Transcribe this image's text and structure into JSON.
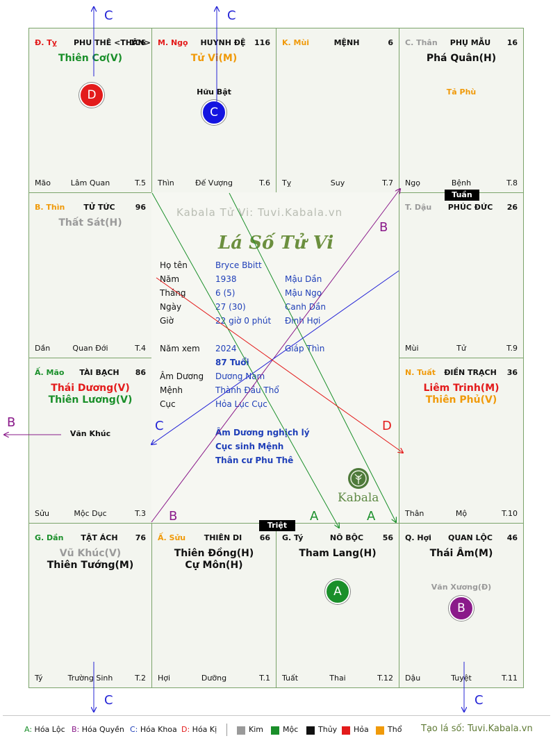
{
  "colors": {
    "red": "#e31b1b",
    "green": "#1a8f2a",
    "gold": "#f09a0a",
    "gray": "#9a9a9a",
    "black": "#111111",
    "blue": "#1f3fb8",
    "purple": "#8a1a8a",
    "arrowBlue": "#2424d6",
    "grid": "#7aa36a"
  },
  "cells": [
    {
      "id": "ty",
      "canchi": "Đ. Tỵ",
      "canColor": "#e31b1b",
      "palace": "PHU THÊ <THÂN>",
      "num": "106",
      "stars": [
        {
          "t": "Thiên Cơ(V)",
          "c": "#1a8f2a"
        }
      ],
      "minor": [],
      "foot": {
        "l": "Mão",
        "c": "Lâm Quan",
        "r": "T.5"
      }
    },
    {
      "id": "ngo",
      "canchi": "M. Ngọ",
      "canColor": "#e31b1b",
      "palace": "HUYNH ĐỆ",
      "num": "116",
      "stars": [
        {
          "t": "Tử Vi(M)",
          "c": "#f09a0a"
        }
      ],
      "minor": [
        {
          "t": "Hữu Bật",
          "c": "#111111"
        }
      ],
      "foot": {
        "l": "Thìn",
        "c": "Đế Vượng",
        "r": "T.6"
      }
    },
    {
      "id": "mui",
      "canchi": "K. Mùi",
      "canColor": "#f09a0a",
      "palace": "MỆNH",
      "num": "6",
      "stars": [],
      "minor": [],
      "foot": {
        "l": "Tỵ",
        "c": "Suy",
        "r": "T.7"
      }
    },
    {
      "id": "than",
      "canchi": "C. Thân",
      "canColor": "#9a9a9a",
      "palace": "PHỤ MẪU",
      "num": "16",
      "stars": [
        {
          "t": "Phá Quân(H)",
          "c": "#111111"
        }
      ],
      "minor": [
        {
          "t": "Tả Phù",
          "c": "#f09a0a"
        }
      ],
      "foot": {
        "l": "Ngọ",
        "c": "Bệnh",
        "r": "T.8"
      }
    },
    {
      "id": "thin",
      "canchi": "B. Thìn",
      "canColor": "#f09a0a",
      "palace": "TỬ TỨC",
      "num": "96",
      "stars": [
        {
          "t": "Thất Sát(H)",
          "c": "#9a9a9a"
        }
      ],
      "minor": [],
      "foot": {
        "l": "Dần",
        "c": "Quan Đới",
        "r": "T.4"
      }
    },
    {
      "id": "dau",
      "canchi": "T. Dậu",
      "canColor": "#9a9a9a",
      "palace": "PHÚC ĐỨC",
      "num": "26",
      "stars": [],
      "minor": [],
      "foot": {
        "l": "Mùi",
        "c": "Tử",
        "r": "T.9"
      }
    },
    {
      "id": "mao",
      "canchi": "Ấ. Mão",
      "canColor": "#1a8f2a",
      "palace": "TÀI BẠCH",
      "num": "86",
      "stars": [
        {
          "t": "Thái Dương(V)",
          "c": "#e31b1b"
        },
        {
          "t": "Thiên Lương(V)",
          "c": "#1a8f2a"
        }
      ],
      "minor": [
        {
          "t": "Văn Khúc",
          "c": "#111111"
        }
      ],
      "foot": {
        "l": "Sửu",
        "c": "Mộc Dục",
        "r": "T.3"
      }
    },
    {
      "id": "tuat",
      "canchi": "N. Tuất",
      "canColor": "#f09a0a",
      "palace": "ĐIỀN TRẠCH",
      "num": "36",
      "stars": [
        {
          "t": "Liêm Trinh(M)",
          "c": "#e31b1b"
        },
        {
          "t": "Thiên Phủ(V)",
          "c": "#f09a0a"
        }
      ],
      "minor": [],
      "foot": {
        "l": "Thân",
        "c": "Mộ",
        "r": "T.10"
      }
    },
    {
      "id": "dan",
      "canchi": "G. Dần",
      "canColor": "#1a8f2a",
      "palace": "TẬT ÁCH",
      "num": "76",
      "stars": [
        {
          "t": "Vũ Khúc(V)",
          "c": "#9a9a9a"
        },
        {
          "t": "Thiên Tướng(M)",
          "c": "#111111"
        }
      ],
      "minor": [],
      "foot": {
        "l": "Tý",
        "c": "Trường Sinh",
        "r": "T.2"
      }
    },
    {
      "id": "suu",
      "canchi": "Ấ. Sửu",
      "canColor": "#f09a0a",
      "palace": "THIÊN DI",
      "num": "66",
      "stars": [
        {
          "t": "Thiên Đồng(H)",
          "c": "#111111"
        },
        {
          "t": "Cự Môn(H)",
          "c": "#111111"
        }
      ],
      "minor": [],
      "foot": {
        "l": "Hợi",
        "c": "Dưỡng",
        "r": "T.1"
      }
    },
    {
      "id": "tys",
      "canchi": "G. Tý",
      "canColor": "#111111",
      "palace": "NÔ BỘC",
      "num": "56",
      "stars": [
        {
          "t": "Tham Lang(H)",
          "c": "#111111"
        }
      ],
      "minor": [],
      "foot": {
        "l": "Tuất",
        "c": "Thai",
        "r": "T.12"
      }
    },
    {
      "id": "hoi",
      "canchi": "Q. Hợi",
      "canColor": "#111111",
      "palace": "QUAN LỘC",
      "num": "46",
      "stars": [
        {
          "t": "Thái Âm(M)",
          "c": "#111111"
        }
      ],
      "minor": [
        {
          "t": "Văn Xương(Đ)",
          "c": "#9a9a9a"
        }
      ],
      "foot": {
        "l": "Dậu",
        "c": "Tuyệt",
        "r": "T.11"
      }
    }
  ],
  "badges": {
    "D": {
      "label": "D",
      "color": "#e31b1b"
    },
    "C": {
      "label": "C",
      "color": "#1414e0"
    },
    "A": {
      "label": "A",
      "color": "#1a8f2a"
    },
    "B": {
      "label": "B",
      "color": "#8a1a8a"
    }
  },
  "tags": {
    "tuan": "Tuần",
    "triet": "Triệt"
  },
  "center": {
    "watermark": "Kabala Tử Vi: Tuvi.Kabala.vn",
    "logo": "Lá Số Tử Vi",
    "brand": "Kabala",
    "rows": [
      {
        "k": "Họ tên",
        "v": "Bryce Bbitt",
        "v2": ""
      },
      {
        "k": "Năm",
        "v": "1938",
        "v2": "Mậu Dần"
      },
      {
        "k": "Tháng",
        "v": "6  (5)",
        "v2": "Mậu Ngọ"
      },
      {
        "k": "Ngày",
        "v": "27  (30)",
        "v2": "Canh Dần"
      },
      {
        "k": "Giờ",
        "v": "22 giờ 0 phút",
        "v2": "Đinh Hợi"
      },
      {
        "k": "Năm xem",
        "v": "2024",
        "v2": "Giáp Thìn"
      },
      {
        "k": "",
        "v": "87 Tuổi",
        "v2": ""
      },
      {
        "k": "Âm Dương",
        "v": "Dương Nam",
        "v2": ""
      },
      {
        "k": "Mệnh",
        "v": "Thành Đầu Thổ",
        "v2": ""
      },
      {
        "k": "Cục",
        "v": "Hỏa Lục Cục",
        "v2": ""
      }
    ],
    "notes": [
      "Âm Dương nghịch lý",
      "Cục sinh Mệnh",
      "Thân cư Phu Thê"
    ]
  },
  "arrowLabels": {
    "A": "A",
    "B": "B",
    "C": "C",
    "D": "D"
  },
  "legend": {
    "items": [
      {
        "t": "A: Hóa Lộc",
        "c": "#1a8f2a"
      },
      {
        "t": "B: Hóa Quyền",
        "c": "#8a1a8a"
      },
      {
        "t": "C: Hóa Khoa",
        "c": "#1f3fb8"
      },
      {
        "t": "D: Hóa Kị",
        "c": "#e31b1b"
      }
    ],
    "elements": [
      {
        "t": "Kim",
        "c": "#9a9a9a"
      },
      {
        "t": "Mộc",
        "c": "#1a8f2a"
      },
      {
        "t": "Thủy",
        "c": "#111111"
      },
      {
        "t": "Hỏa",
        "c": "#e31b1b"
      },
      {
        "t": "Thổ",
        "c": "#f09a0a"
      }
    ],
    "site": "Tạo lá số: Tuvi.Kabala.vn"
  }
}
